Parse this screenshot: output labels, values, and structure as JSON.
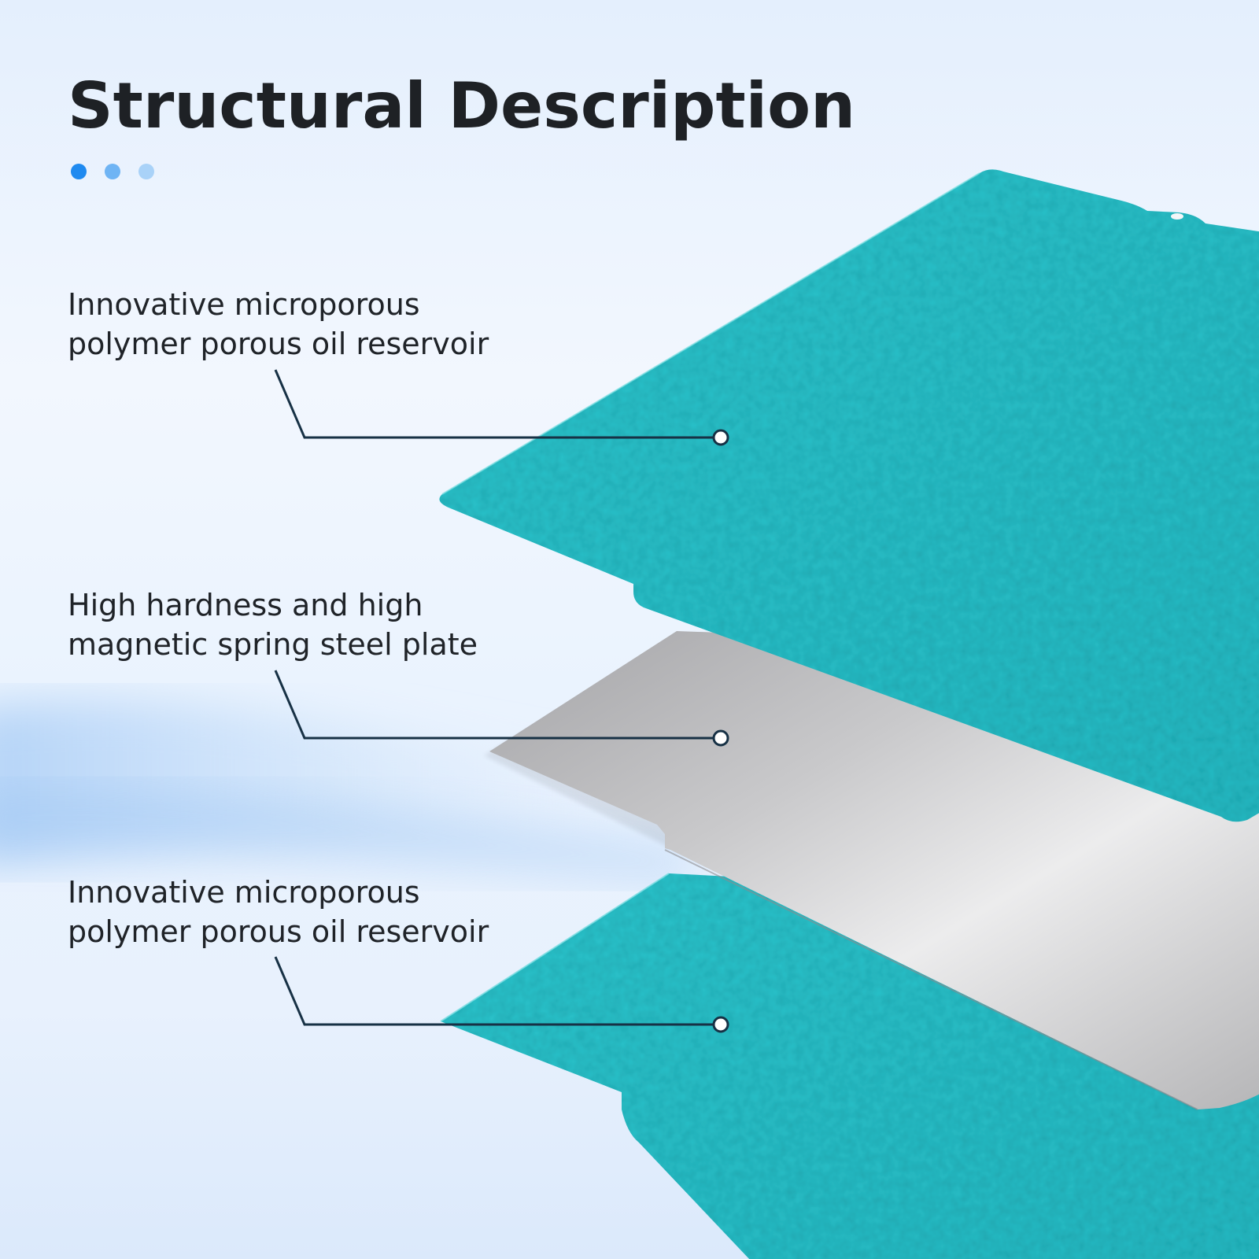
{
  "header": {
    "title": "Structural Description",
    "indicator_colors": [
      "#1f8af0",
      "#6fb4f4",
      "#a9d2f8"
    ]
  },
  "layers": [
    {
      "material": "teal-textured-sheet",
      "color": "#27bfc7",
      "label_lines": [
        "Innovative microporous",
        "polymer porous oil reservoir"
      ]
    },
    {
      "material": "steel-plate",
      "color": "#cfcfd1",
      "label_lines": [
        "High hardness and high",
        "magnetic spring steel plate"
      ]
    },
    {
      "material": "teal-textured-sheet",
      "color": "#27bfc7",
      "label_lines": [
        "Innovative microporous",
        "polymer porous oil reservoir"
      ]
    }
  ],
  "callout_color": "#173145"
}
